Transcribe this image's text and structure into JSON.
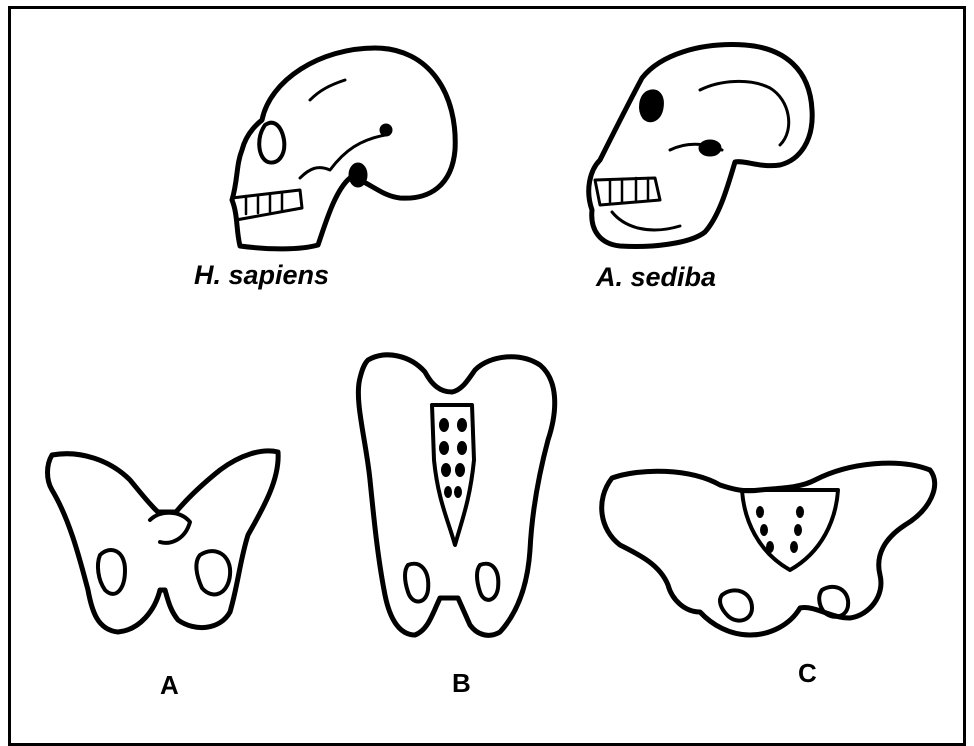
{
  "skulls": [
    {
      "id": "sapiens",
      "label": "H. sapiens",
      "icon": "human-skull-icon"
    },
    {
      "id": "sediba",
      "label": "A. sediba",
      "icon": "hominin-skull-icon"
    }
  ],
  "pelves": [
    {
      "id": "a",
      "label": "A",
      "icon": "pelvis-icon"
    },
    {
      "id": "b",
      "label": "B",
      "icon": "pelvis-icon"
    },
    {
      "id": "c",
      "label": "C",
      "icon": "pelvis-icon"
    }
  ],
  "colors": {
    "ink": "#000000",
    "background": "#ffffff"
  }
}
